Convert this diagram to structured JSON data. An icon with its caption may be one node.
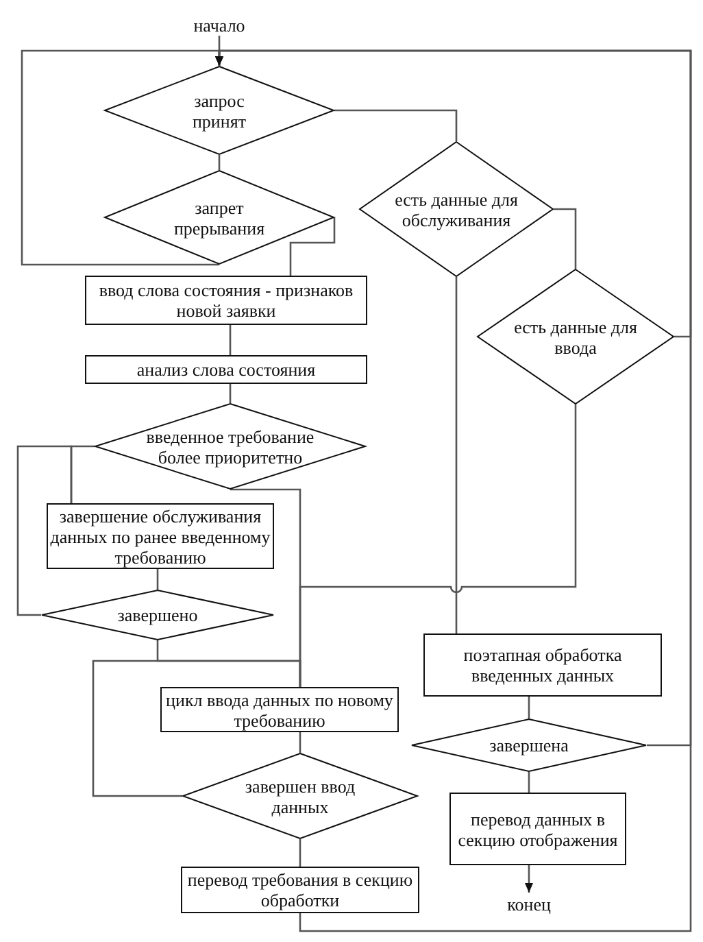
{
  "diagram": {
    "nodes": [
      {
        "text": [
          "начало"
        ]
      },
      {
        "text": [
          "запрос принят"
        ]
      },
      {
        "text": [
          "запрет прерывания"
        ]
      },
      {
        "text": [
          "ввод слова состояния - признаков новой заявки"
        ]
      },
      {
        "text": [
          "анализ слова состояния"
        ]
      },
      {
        "text": [
          "введенное требование более приоритетно"
        ]
      },
      {
        "text": [
          "завершение обслуживания данных по ранее введенному требованию"
        ]
      },
      {
        "text": [
          "завершено"
        ]
      },
      {
        "text": [
          "цикл ввода данных по новому требованию"
        ]
      },
      {
        "text": [
          "завершен ввод данных"
        ]
      },
      {
        "text": [
          "перевод требования в секцию обработки"
        ]
      },
      {
        "text": [
          "есть данные для обслуживания"
        ]
      },
      {
        "text": [
          "есть данные для ввода"
        ]
      },
      {
        "text": [
          "поэтапная обработка введенных данных"
        ]
      },
      {
        "text": [
          "завершена"
        ]
      },
      {
        "text": [
          "перевод данных в секцию отображения"
        ]
      },
      {
        "text": [
          "конец"
        ]
      }
    ],
    "edges": [
      {
        "from": 0,
        "to": 1,
        "arrow": "to"
      },
      {
        "from": 1,
        "to": 2,
        "arrow": "none"
      },
      {
        "from": 1,
        "to": 11,
        "arrow": "none"
      },
      {
        "from": 2,
        "to": 1,
        "arrow": "to"
      },
      {
        "from": 2,
        "to": 3,
        "arrow": "none"
      },
      {
        "from": 3,
        "to": 4,
        "arrow": "none"
      },
      {
        "from": 4,
        "to": 5,
        "arrow": "none"
      },
      {
        "from": 5,
        "to": 6,
        "arrow": "none"
      },
      {
        "from": 5,
        "to": 8,
        "arrow": "none"
      },
      {
        "from": 6,
        "to": 7,
        "arrow": "none"
      },
      {
        "from": 7,
        "to": 6,
        "arrow": "none"
      },
      {
        "from": 7,
        "to": 8,
        "arrow": "none"
      },
      {
        "from": 8,
        "to": 9,
        "arrow": "none"
      },
      {
        "from": 9,
        "to": 8,
        "arrow": "none"
      },
      {
        "from": 9,
        "to": 10,
        "arrow": "none"
      },
      {
        "from": 10,
        "to": 1,
        "arrow": "to"
      },
      {
        "from": 11,
        "to": 12,
        "arrow": "none"
      },
      {
        "from": 11,
        "to": 13,
        "arrow": "none"
      },
      {
        "from": 12,
        "to": 1,
        "arrow": "to"
      },
      {
        "from": 12,
        "to": 8,
        "arrow": "none"
      },
      {
        "from": 13,
        "to": 14,
        "arrow": "none"
      },
      {
        "from": 14,
        "to": 1,
        "arrow": "to"
      },
      {
        "from": 14,
        "to": 15,
        "arrow": "none"
      },
      {
        "from": 15,
        "to": 16,
        "arrow": "to"
      }
    ]
  }
}
